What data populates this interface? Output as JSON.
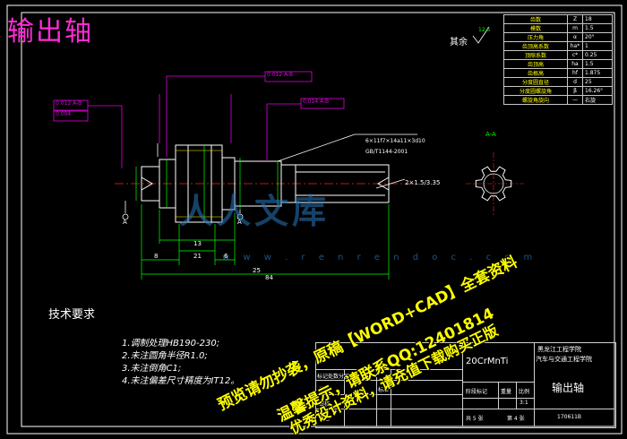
{
  "title": "输出轴",
  "roughness_note": "其余",
  "roughness_value": "12.5",
  "section_label": "A-A",
  "section_mark": "A",
  "params": [
    {
      "name": "齿数",
      "symbol": "Z",
      "value": "18"
    },
    {
      "name": "模数",
      "symbol": "m",
      "value": "1.5"
    },
    {
      "name": "压力角",
      "symbol": "α",
      "value": "20°"
    },
    {
      "name": "齿顶高系数",
      "symbol": "ha*",
      "value": "1"
    },
    {
      "name": "顶隙系数",
      "symbol": "c*",
      "value": "0.25"
    },
    {
      "name": "齿顶高",
      "symbol": "ha",
      "value": "1.5"
    },
    {
      "name": "齿根高",
      "symbol": "hf",
      "value": "1.875"
    },
    {
      "name": "分度圆直径",
      "symbol": "d",
      "value": "25"
    },
    {
      "name": "分度圆螺旋角",
      "symbol": "β",
      "value": "16.26°"
    },
    {
      "name": "螺旋角旋向",
      "symbol": "—",
      "value": "右旋"
    }
  ],
  "dims": {
    "d13": "13",
    "d21": "21",
    "d8": "8",
    "d6": "6",
    "d25": "25",
    "d84": "84",
    "runout_top": "0.012 A-B",
    "runout_left1": "0.012 A-B",
    "runout_left2": "0.004",
    "runout_mid": "0.014 A-B",
    "spline_spec": "6×11f7×14a11×3d10",
    "spline_std": "GB/T1144-2001",
    "center_hole": "2×1.5/3.35"
  },
  "tech_requirements": {
    "heading": "技术要求",
    "items": [
      "1.调制处理HB190-230;",
      "2.未注圆角半径R1.0;",
      "3.未注倒角C1;",
      "4.未注偏差尺寸精度为IT12。"
    ]
  },
  "title_block": {
    "material": "20CrMnTi",
    "school_line1": "黑龙江工程学院",
    "school_line2": "汽车与交通工程学院",
    "part_name": "输出轴",
    "row_labels": [
      "标记处数分区",
      "设计",
      "审核",
      "工艺"
    ],
    "std_label": "标准",
    "stage_label": "阶段标记",
    "weight_label": "重量",
    "scale_label": "比例",
    "scale_value": "3:1",
    "sheets_total": "共 5 张",
    "sheet_no": "第 4 张",
    "drawing_no": "170611B"
  },
  "watermark": {
    "line1": "预览请勿抄袭，原稿【WORD+CAD】全套资料",
    "line2": "温馨提示，请联系QQ:12401814",
    "line3": "优秀设计资料，请充值下载购买正版",
    "logo": "人人文库",
    "url": "w w w . r e n r e n d o c . c o m"
  }
}
